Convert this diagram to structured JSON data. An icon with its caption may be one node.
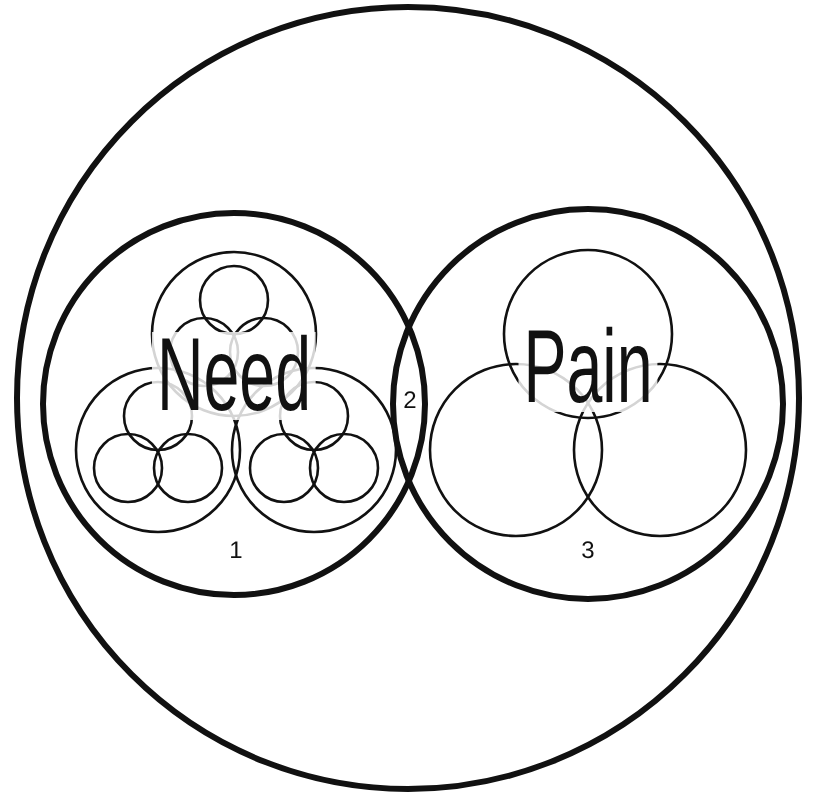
{
  "diagram": {
    "nodes": [
      {
        "text": [],
        "shape": "circle"
      },
      {
        "text": [
          "Need"
        ],
        "in": 0
      },
      {
        "text": [
          "Pain"
        ],
        "in": 0
      }
    ],
    "labels": [
      "1",
      "2",
      "3"
    ]
  }
}
